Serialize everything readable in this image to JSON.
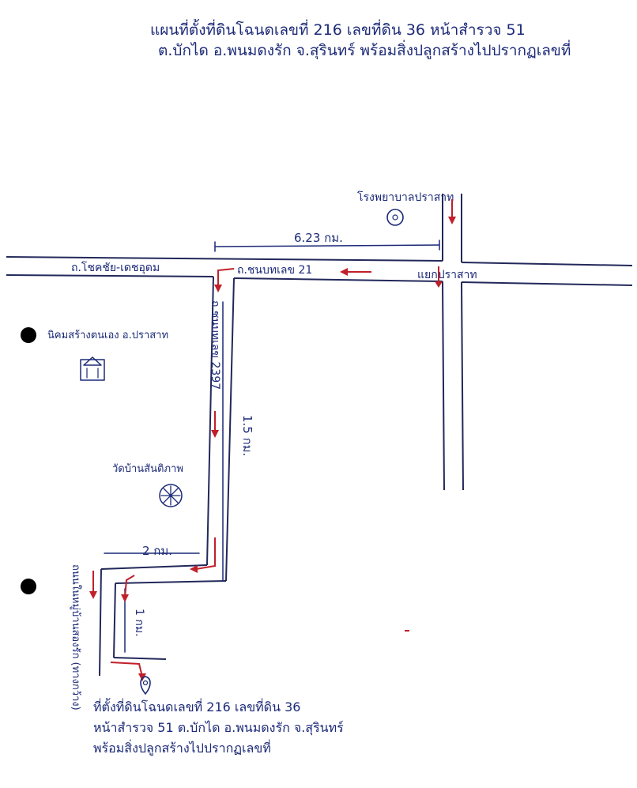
{
  "header": {
    "line1": "แผนที่ตั้งที่ดินโฉนดเลขที่ 216 เลขที่ดิน 36 หน้าสำรวจ 51",
    "line2": "ต.บักได อ.พนมดงรัก จ.สุรินทร์ พร้อมสิ่งปลูกสร้างไปปรากฏเลขที่"
  },
  "roads": {
    "main_road": "ถ.โชคชัย-เดชอุดม",
    "rural_road_21": "ถ.ชนบทเลข 21",
    "rural_road_2397": "ถ.ชนบทเลข 2397",
    "side_road": "ถนนในหมู่บ้านสองรัก (ทางกว้าง)"
  },
  "distances": {
    "top": "6.23 กม.",
    "vertical": "1.5 กม.",
    "bottom": "2 กม.",
    "side": "1 กม."
  },
  "landmarks": {
    "prasat_hospital": "โรงพยาบาลปราสาท",
    "intersection": "แยกปราสาท",
    "market": "นิคมสร้างตนเอง อ.ปราสาท",
    "temple": "วัดบ้านสันติภาพ"
  },
  "footer": {
    "line1": "ที่ตั้งที่ดินโฉนดเลขที่ 216 เลขที่ดิน 36",
    "line2": "หน้าสำรวจ 51 ต.บักได อ.พนมดงรัก จ.สุรินทร์",
    "line3": "พร้อมสิ่งปลูกสร้างไปปรากฏเลขที่"
  },
  "colors": {
    "ink": "#1c2a78",
    "arrow": "#c0202a",
    "road": "#22285a"
  },
  "icons": [
    "location-pin-icon",
    "market-icon",
    "temple-icon",
    "punch-hole"
  ]
}
